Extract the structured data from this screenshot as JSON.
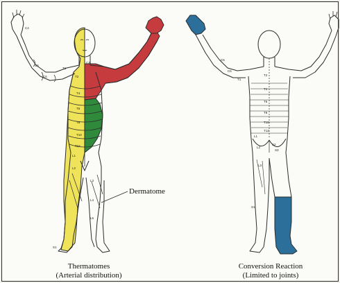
{
  "figures": [
    {
      "caption_line1": "Thermatomes",
      "caption_line2": "(Arterial distribution)"
    },
    {
      "caption_line1": "Conversion Reaction",
      "caption_line2": "(Limited to joints)"
    }
  ],
  "callout_label": "Dermatome",
  "colors": {
    "yellow_region": "#efe35a",
    "red_region": "#c63b3e",
    "green_region": "#2f8a3b",
    "blue_region": "#2b6f9a",
    "outline": "#2b2b2b"
  },
  "segment_labels_front": [
    "C4",
    "C5",
    "C6",
    "T1",
    "C3",
    "T2",
    "T4",
    "T6",
    "T8",
    "T10",
    "T12",
    "L1",
    "L2",
    "L3",
    "L4",
    "L5",
    "S1"
  ],
  "segment_labels_back": [
    "C5",
    "C6",
    "T1",
    "T2",
    "T4",
    "T6",
    "T8",
    "T10",
    "T12",
    "L1",
    "L2",
    "L3",
    "S1",
    "S2",
    "S3"
  ]
}
